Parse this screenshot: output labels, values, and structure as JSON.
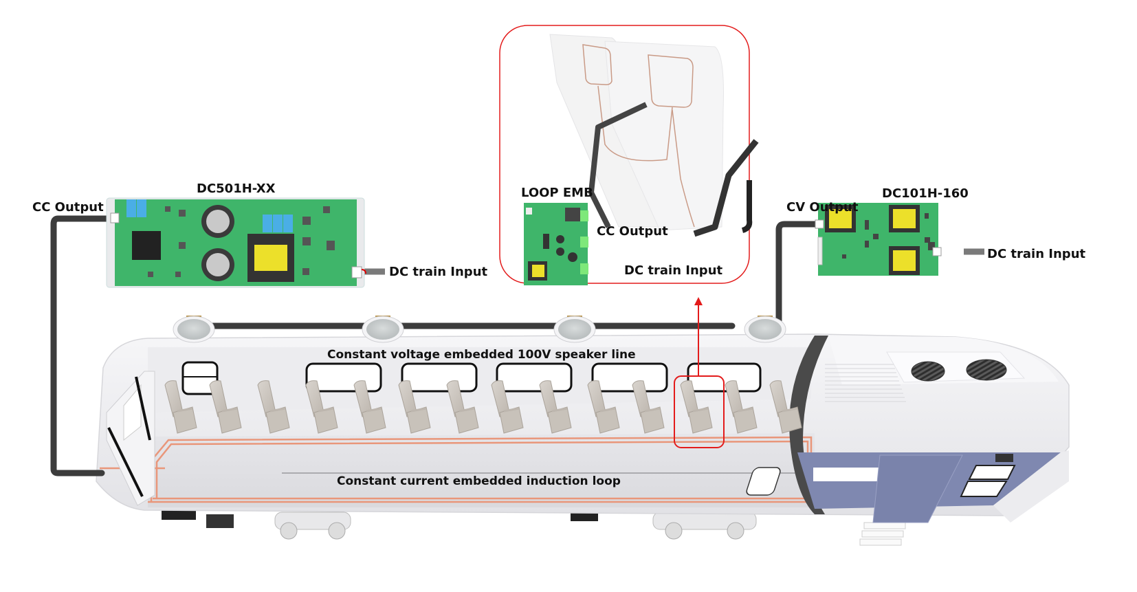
{
  "diagram": {
    "left_board": {
      "model": "DC501H-XX",
      "output_label": "CC Output",
      "input_label": "DC train Input"
    },
    "center_inset": {
      "model": "LOOP EMB",
      "output_label": "CC Output",
      "input_label": "DC train Input"
    },
    "right_board": {
      "model": "DC101H-160",
      "output_label": "CV Output",
      "input_label": "DC train Input"
    },
    "speaker_line_label": "Constant voltage embedded 100V speaker line",
    "induction_loop_label": "Constant current embedded induction loop",
    "speaker_count": 4,
    "seat_count": 14,
    "colors": {
      "pcb_green": "#3fb56a",
      "transformer_yellow": "#ece02a",
      "capacitor_blue": "#4aaee6",
      "cable_dark": "#3c3c3c",
      "highlight_red": "#e31b1b",
      "train_stripe": "#7f88b0",
      "copper_loop": "#e9967a",
      "seat_beige": "#cfc9c2"
    }
  }
}
